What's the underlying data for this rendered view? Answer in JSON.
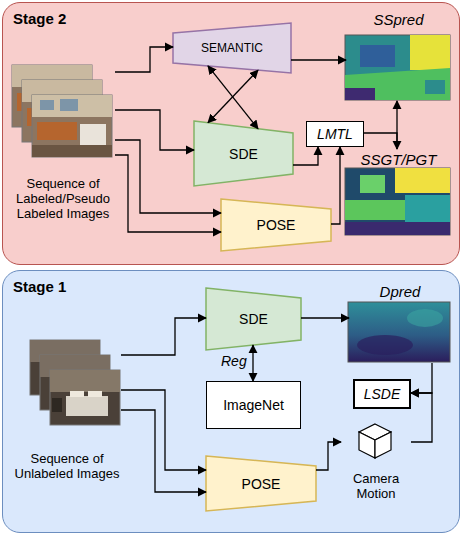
{
  "diagram": {
    "nodes": [
      {
        "text": [
          "Stage 2"
        ]
      },
      {
        "text": [
          "Sequence of Labeled/Pseudo Labeled Images"
        ],
        "in": 0
      },
      {
        "text": [
          "SEMANTIC"
        ],
        "in": 0
      },
      {
        "text": [
          "SDE"
        ],
        "in": 0
      },
      {
        "text": [
          "SSpred"
        ],
        "in": 0
      },
      {
        "text": [
          "LMTL"
        ],
        "in": 0
      },
      {
        "text": [
          "POSE"
        ],
        "in": 0
      },
      {
        "text": [
          "SSGT/PGT"
        ],
        "in": 0
      },
      {
        "text": [
          "Stage 1"
        ]
      },
      {
        "text": [
          "SDE"
        ],
        "in": 8
      },
      {
        "text": [
          "Dpred"
        ],
        "in": 8
      },
      {
        "text": [
          "ImageNet"
        ],
        "in": 8
      },
      {
        "text": [
          "LSDE"
        ],
        "in": 8
      },
      {
        "text": [
          "Sequence of Unlabeled Images"
        ],
        "in": 8
      },
      {
        "text": [
          "POSE"
        ],
        "in": 8
      },
      {
        "text": [
          "Camera Motion"
        ],
        "in": 8
      }
    ],
    "edges": [
      {
        "from": 1,
        "to": 2,
        "arrow": "to"
      },
      {
        "from": 1,
        "to": 3,
        "arrow": "to"
      },
      {
        "from": 1,
        "to": 6,
        "arrow": "to"
      },
      {
        "from": 1,
        "to": 6,
        "arrow": "to"
      },
      {
        "from": 2,
        "to": 3,
        "arrow": "both"
      },
      {
        "from": 2,
        "to": 3,
        "arrow": "both"
      },
      {
        "from": 2,
        "to": 4,
        "arrow": "to"
      },
      {
        "from": 3,
        "to": 5,
        "arrow": "to"
      },
      {
        "from": 6,
        "to": 5,
        "arrow": "to"
      },
      {
        "from": 4,
        "to": 7,
        "arrow": "both"
      },
      {
        "from": 5,
        "to": 7,
        "arrow": "none"
      },
      {
        "from": 13,
        "to": 9,
        "arrow": "to"
      },
      {
        "from": 13,
        "to": 14,
        "arrow": "to"
      },
      {
        "from": 13,
        "to": 14,
        "arrow": "to"
      },
      {
        "from": 9,
        "to": 10,
        "arrow": "to"
      },
      {
        "from": 9,
        "to": 11,
        "label": "Reg",
        "arrow": "both"
      },
      {
        "from": 14,
        "to": 15,
        "arrow": "to"
      },
      {
        "from": 10,
        "to": 12,
        "arrow": "to"
      },
      {
        "from": 15,
        "to": 12,
        "arrow": "to"
      }
    ]
  }
}
